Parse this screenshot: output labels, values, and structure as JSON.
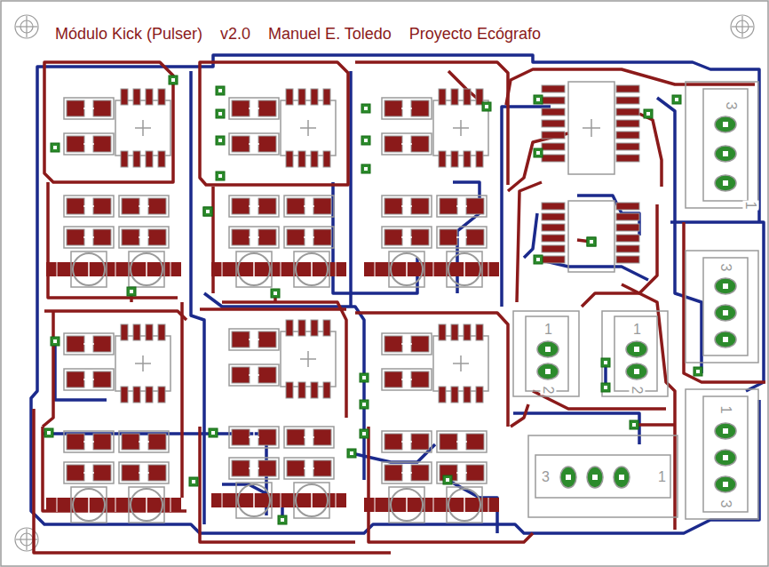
{
  "diagram": {
    "title": "Módulo Kick (Pulser)    v2.0    Manuel E. Toledo    Proyecto Ecógrafo",
    "labels": [
      "3",
      "1",
      "3",
      "1",
      "2",
      "1",
      "2",
      "3",
      "1",
      "1",
      "3"
    ]
  }
}
